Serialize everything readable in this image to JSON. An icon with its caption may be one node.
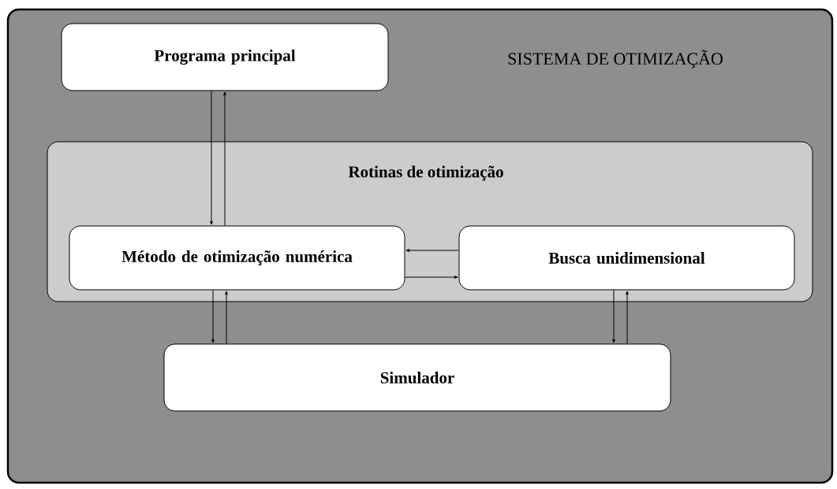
{
  "diagram": {
    "nodes": [
      {
        "text": [
          "SISTEMA DE OTIMIZAÇÃO"
        ]
      },
      {
        "text": [
          "Programa principal"
        ],
        "in": 0
      },
      {
        "text": [
          "Rotinas de otimização"
        ],
        "in": 0
      },
      {
        "text": [
          "Método de otimização numérica"
        ],
        "in": 2
      },
      {
        "text": [
          "Busca unidimensional"
        ],
        "in": 2
      },
      {
        "text": [
          "Simulador"
        ],
        "in": 0
      }
    ],
    "edges": [
      {
        "from": 1,
        "to": 3,
        "arrow": "to"
      },
      {
        "from": 3,
        "to": 1,
        "arrow": "to"
      },
      {
        "from": 4,
        "to": 3,
        "arrow": "to"
      },
      {
        "from": 3,
        "to": 4,
        "arrow": "to"
      },
      {
        "from": 3,
        "to": 5,
        "arrow": "to"
      },
      {
        "from": 5,
        "to": 3,
        "arrow": "to"
      },
      {
        "from": 4,
        "to": 5,
        "arrow": "to"
      },
      {
        "from": 5,
        "to": 4,
        "arrow": "to"
      }
    ]
  }
}
